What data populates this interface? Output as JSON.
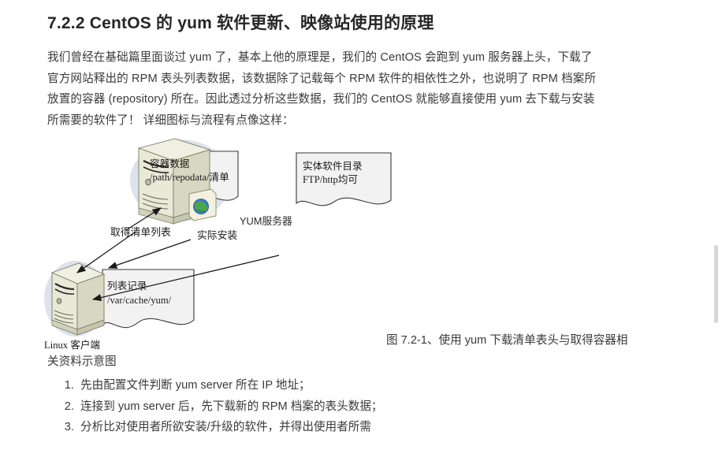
{
  "document": {
    "section_title": "7.2.2 CentOS 的 yum 软件更新、映像站使用的原理",
    "paragraph_lines": [
      "我们曾经在基础篇里面谈过 yum 了，基本上他的原理是，我们的 CentOS 会跑到 yum 服务器上头，下载了",
      "官方网站释出的 RPM 表头列表数据，该数据除了记载每个 RPM 软件的相依性之外，也说明了 RPM 档案所",
      "放置的容器 (repository) 所在。因此透过分析这些数据，我们的 CentOS 就能够直接使用 yum 去下载与安装",
      "所需要的软件了！ 详细图标与流程有点像这样："
    ]
  },
  "figure": {
    "caption_line1": "图 7.2-1、使用 yum 下载清单表头与取得容器相",
    "caption_line2": "关资料示意图",
    "repo_box": {
      "line1": "容器数据",
      "line2_path": "/path/repodata/",
      "line2_cn": "清单"
    },
    "software_box": {
      "line1": "实体软件目录",
      "line2": "FTP/http均可"
    },
    "server_label": "YUM服务器",
    "arrow_get_list": "取得清单列表",
    "arrow_install": "实际安装",
    "cache_box": {
      "line1": "列表记录",
      "line2": "/var/cache/yum/"
    },
    "client_label": "Linux 客户端"
  },
  "steps": [
    "先由配置文件判断 yum server 所在 IP 地址；",
    "连接到 yum server 后，先下载新的 RPM 档案的表头数据；",
    "分析比对使用者所欲安装/升级的软件，并得出使用者所需"
  ],
  "colors": {
    "text": "#3a3a3a",
    "heading": "#262626",
    "tower_face": "#e9e9d8",
    "tower_side": "#c9c9b4",
    "halo": "#dde3ec",
    "box_fill": "#f2f2f2",
    "line": "#333333",
    "scrollbar_thumb": "#d6d6d6"
  }
}
